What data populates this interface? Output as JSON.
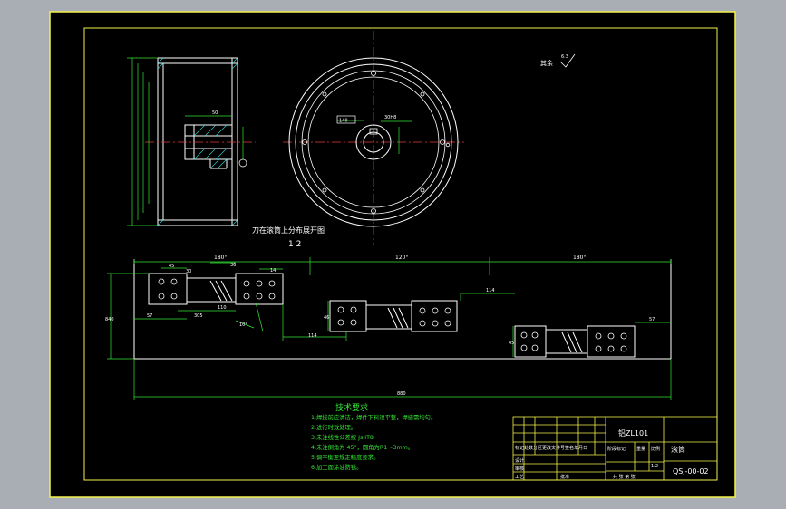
{
  "colors": {
    "background": "#a9aeb5",
    "sheet": "#000000",
    "border": "#f2f24a",
    "line": "#ffffff",
    "dimension": "#33e633",
    "centerline": "#e23b3b"
  },
  "front_view": {
    "note": "刀在滚筒上分布展开图",
    "scale": "1 2",
    "dim_small": "50"
  },
  "circle_view": {
    "tag": "140",
    "hub_label": "30H8"
  },
  "surface_mark": {
    "text": "其余",
    "value": "6.3"
  },
  "development_view": {
    "angles": [
      "180°",
      "120°",
      "180°"
    ],
    "dims_top": [
      "45",
      "30",
      "36",
      "110",
      "305",
      "14",
      "10°"
    ],
    "dims_mid": [
      "114",
      "114",
      "46",
      "45"
    ],
    "height": "840",
    "left_offset": "57",
    "right_offset": "57",
    "total_length": "880"
  },
  "technical_requirements": {
    "title": "技术要求",
    "items": [
      "1.焊接前应清洁，焊件下料须平整，焊缝需均匀。",
      "2.进行时效处理。",
      "3.未注线性公差按 Js  IT8",
      "4.未注倒角为 45°，圆角为R1～3mm。",
      "5.调平衡至规定精度要求。",
      "6.加工面涂油防锈。"
    ]
  },
  "title_block": {
    "material": "铝ZL101",
    "part_name": "滚筒",
    "drawing_no": "QSJ-00-02",
    "scale": "1:2",
    "rows": [
      "标记处数分区更改文件号签名年月日",
      "设计",
      "审核",
      "工艺",
      "批准"
    ],
    "stage_labels": [
      "阶段标记",
      "重量",
      "比例"
    ],
    "sheet_info": "共 张 第 张"
  }
}
